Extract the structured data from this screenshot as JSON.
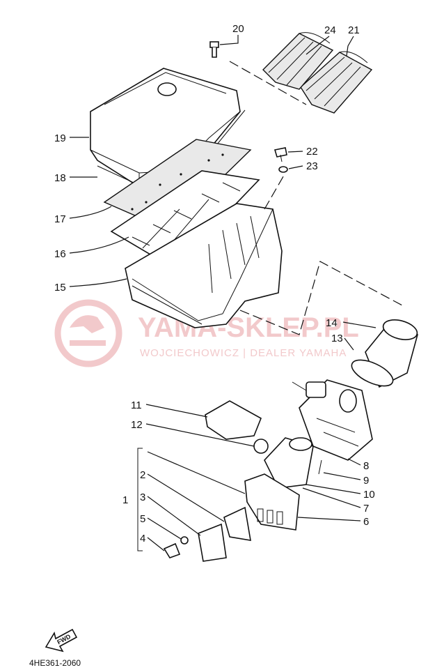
{
  "watermark": {
    "brand": "YAMA-SKLEP.PL",
    "subtitle": "WOJCIECHOWICZ | DEALER YAMAHA"
  },
  "fwd_label": "FWD",
  "drawing_code": "4HE361-2060",
  "callouts": [
    {
      "id": "1",
      "label": "1"
    },
    {
      "id": "2",
      "label": "2"
    },
    {
      "id": "3",
      "label": "3"
    },
    {
      "id": "4",
      "label": "4"
    },
    {
      "id": "5",
      "label": "5"
    },
    {
      "id": "6",
      "label": "6"
    },
    {
      "id": "7",
      "label": "7"
    },
    {
      "id": "8",
      "label": "8"
    },
    {
      "id": "9",
      "label": "9"
    },
    {
      "id": "10",
      "label": "10"
    },
    {
      "id": "11",
      "label": "11"
    },
    {
      "id": "12",
      "label": "12"
    },
    {
      "id": "13",
      "label": "13"
    },
    {
      "id": "14",
      "label": "14"
    },
    {
      "id": "15",
      "label": "15"
    },
    {
      "id": "16",
      "label": "16"
    },
    {
      "id": "17",
      "label": "17"
    },
    {
      "id": "18",
      "label": "18"
    },
    {
      "id": "19",
      "label": "19"
    },
    {
      "id": "20",
      "label": "20"
    },
    {
      "id": "21",
      "label": "21"
    },
    {
      "id": "22",
      "label": "22"
    },
    {
      "id": "23",
      "label": "23"
    },
    {
      "id": "24",
      "label": "24"
    }
  ]
}
